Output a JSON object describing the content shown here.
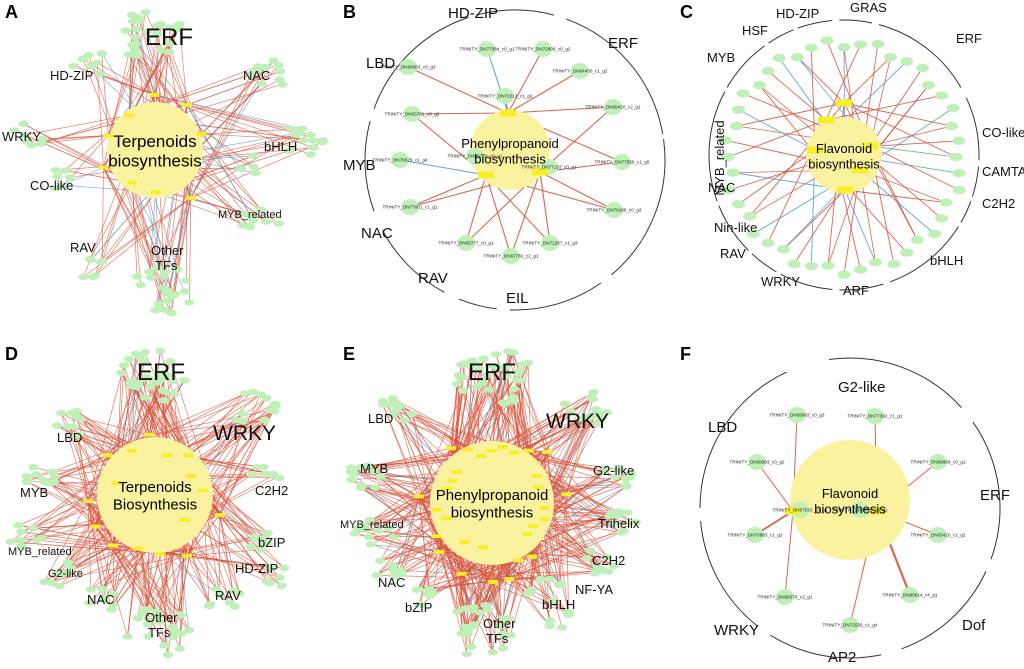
{
  "colors": {
    "edge_positive": "#d9533a",
    "edge_negative": "#4f9fd6",
    "node_fill": "#bff0b8",
    "gene_fill": "#f6ef2a",
    "center_fill": "#fbf2a0",
    "arc": "#333333"
  },
  "panels": [
    {
      "letter": "A",
      "center_label": [
        "Terpenoids",
        "biosynthesis"
      ],
      "families": [
        "ERF",
        "HD-ZIP",
        "NAC",
        "WRKY",
        "bHLH",
        "CO-like",
        "RAV",
        "MYB_related",
        "Other",
        "TFs"
      ],
      "node_labels": []
    },
    {
      "letter": "B",
      "center_label": [
        "Phenylpropanoid",
        "biosynthesis"
      ],
      "families": [
        "HD-ZIP",
        "ERF",
        "LBD",
        "MYB",
        "NAC",
        "RAV",
        "EIL"
      ],
      "node_labels": [
        "TRINITY_DN77384_c0_g1",
        "TRINITY_DN72608_c0_g2",
        "TRINITY_DN69083_c0_g3",
        "TRINITY_DN64430_c1_g2",
        "TRINITY_DN63761_c0_g2",
        "TRINITY_DN69420_c2_g1",
        "TRINITY_DN72213_c1_g2",
        "TRINITY_DN79529_c1_g4",
        "TRINITY_DN77558_c1_g5",
        "TRINITY_DN69730_c0_g1",
        "TRINITY_DN77133_c0_g1",
        "TRINITY_DN77001_c1_g1",
        "TRINITY_DN70198_c0_g3",
        "TRINITY_DN65777_c0_g1",
        "TRINITY_DN71267_c1_g3",
        "TRINITY_DN67782_c2_g1"
      ]
    },
    {
      "letter": "C",
      "center_label": [
        "Flavonoid",
        "biosynthesis"
      ],
      "families": [
        "HD-ZIP",
        "GRAS",
        "HSF",
        "ERF",
        "MYB",
        "MYB_related",
        "CO-like",
        "CAMTA",
        "NAC",
        "C2H2",
        "Nin-like",
        "bHLH",
        "RAV",
        "WRKY",
        "ARF"
      ],
      "node_labels": []
    },
    {
      "letter": "D",
      "center_label": [
        "Terpenoids",
        "Biosynthesis"
      ],
      "families": [
        "ERF",
        "LBD",
        "WRKY",
        "MYB",
        "C2H2",
        "bZIP",
        "MYB_related",
        "G2-like",
        "HD-ZIP",
        "NAC",
        "RAV",
        "Other",
        "TFs"
      ],
      "node_labels": []
    },
    {
      "letter": "E",
      "center_label": [
        "Phenylpropanoid",
        "biosynthesis"
      ],
      "families": [
        "ERF",
        "LBD",
        "WRKY",
        "MYB",
        "G2-like",
        "MYB_related",
        "Trihelix",
        "C2H2",
        "NAC",
        "NF-YA",
        "bZIP",
        "bHLH",
        "Other",
        "TFs"
      ],
      "node_labels": []
    },
    {
      "letter": "F",
      "center_label": [
        "Flavonoid",
        "biosynthesis"
      ],
      "families": [
        "G2-like",
        "LBD",
        "ERF",
        "WRKY",
        "Dof",
        "AP2"
      ],
      "node_labels": [
        "TRINITY_DN69083_c0_g3",
        "TRINITY_DN77392_c1_g1",
        "TRINITY_DN69083_c0_g2",
        "TRINITY_DN69868_c0_g1",
        "TRINITY_DN67533_c0_g1",
        "TRINITY_DN79793_c0_g1",
        "TRINITY_DN70883_c1_g3",
        "TRINITY_DN63420_c1_g2",
        "TRINITY_DN69276_c2_g1",
        "TRINITY_DN80014_c4_g1",
        "TRINITY_DN72530_c1_g4"
      ]
    }
  ]
}
